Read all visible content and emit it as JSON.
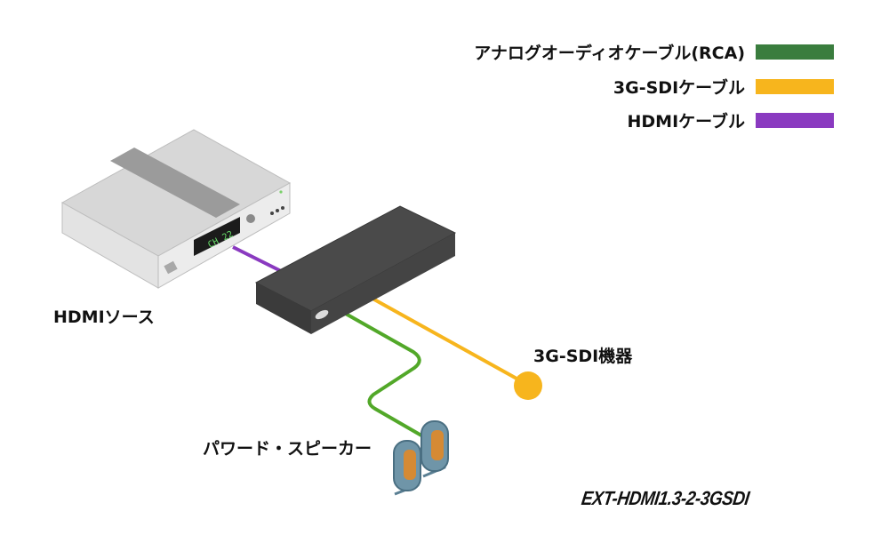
{
  "legend": [
    {
      "label": "アナログオーディオケーブル(RCA)",
      "color": "#3a7d3e"
    },
    {
      "label": "3G-SDIケーブル",
      "color": "#f7b51d"
    },
    {
      "label": "HDMIケーブル",
      "color": "#8a3ac0"
    }
  ],
  "labels": {
    "hdmi_source": "HDMIソース",
    "sdi_device": "3G-SDI機器",
    "speakers": "パワード・スピーカー"
  },
  "source_display": "CH 22",
  "model": "EXT-HDMI1.3-2-3GSDI",
  "cable_colors": {
    "rca_line": "#52a829",
    "sdi_line": "#f7b51d",
    "hdmi_line": "#8a3ac0"
  }
}
